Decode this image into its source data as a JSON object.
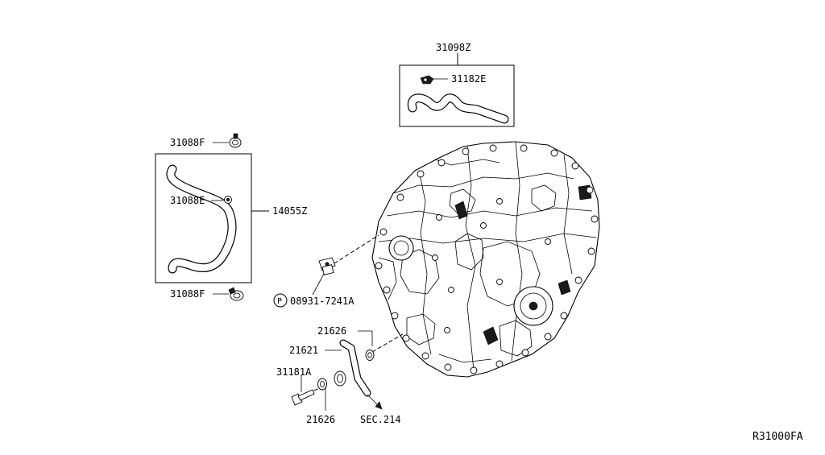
{
  "diagram": {
    "labels": {
      "p31098z": "31098Z",
      "p31182e": "31182E",
      "p31088f_top": "31088F",
      "p31088e": "31088E",
      "p14055z": "14055Z",
      "p31088f_bottom": "31088F",
      "p_circle": "P",
      "p08931": "08931-7241A",
      "p21626_top": "21626",
      "p21621": "21621",
      "p31181a": "31181A",
      "p21626_bottom": "21626",
      "sec214": "SEC.214",
      "code": "R31000FA"
    }
  }
}
